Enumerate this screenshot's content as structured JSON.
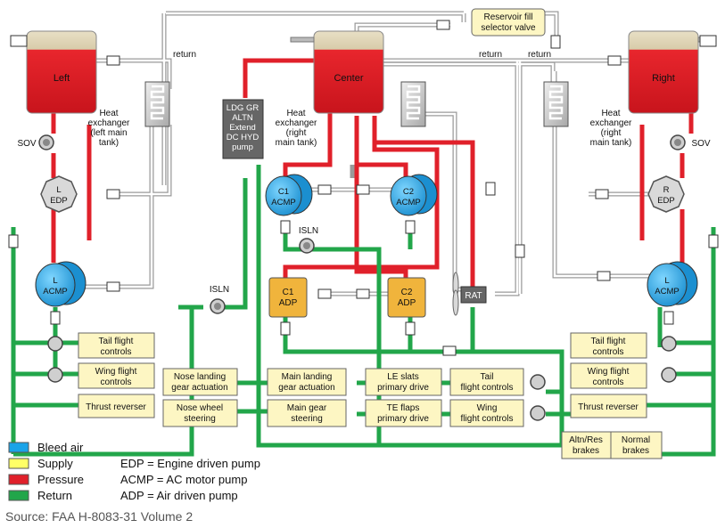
{
  "colors": {
    "bleed_air": "#1aa3e8",
    "supply": "#ffff66",
    "pressure": "#e0202a",
    "return": "#22a64a",
    "supply_box": "#fdf6c3",
    "adp_orange": "#f0b43c",
    "dark_box": "#666666",
    "white_line": "#ffffff"
  },
  "tanks": {
    "left": "Left",
    "center": "Center",
    "right": "Right"
  },
  "heat_exchangers": {
    "left": [
      "Heat",
      "exchanger",
      "(left main",
      "tank)"
    ],
    "center": [
      "Heat",
      "exchanger",
      "(right",
      "main tank)"
    ],
    "right": [
      "Heat",
      "exchanger",
      "(right",
      "main tank)"
    ]
  },
  "return_labels": [
    "return",
    "return",
    "return"
  ],
  "reservoir_fill": [
    "Reservoir fill",
    "selector valve"
  ],
  "ldg_box": [
    "LDG GR",
    "ALTN",
    "Extend",
    "DC HYD",
    "pump"
  ],
  "sov": "SOV",
  "isln": "ISLN",
  "pumps": {
    "l_edp": [
      "L",
      "EDP"
    ],
    "r_edp": [
      "R",
      "EDP"
    ],
    "l_acmp": [
      "L",
      "ACMP"
    ],
    "r_acmp": [
      "L",
      "ACMP"
    ],
    "c1_acmp": [
      "C1",
      "ACMP"
    ],
    "c2_acmp": [
      "C2",
      "ACMP"
    ],
    "c1_adp": [
      "C1",
      "ADP"
    ],
    "c2_adp": [
      "C2",
      "ADP"
    ],
    "rat": "RAT"
  },
  "boxes": {
    "left_tail": [
      "Tail flight",
      "controls"
    ],
    "left_wing": [
      "Wing flight",
      "controls"
    ],
    "left_thrust": [
      "Thrust reverser"
    ],
    "nose_landing": [
      "Nose landing",
      "gear actuation"
    ],
    "nose_wheel": [
      "Nose wheel",
      "steering"
    ],
    "main_landing": [
      "Main landing",
      "gear actuation"
    ],
    "main_gear": [
      "Main gear",
      "steering"
    ],
    "le_slats": [
      "LE slats",
      "primary drive"
    ],
    "te_flaps": [
      "TE flaps",
      "primary drive"
    ],
    "center_tail": [
      "Tail",
      "flight controls"
    ],
    "center_wing": [
      "Wing",
      "flight controls"
    ],
    "right_tail": [
      "Tail flight",
      "controls"
    ],
    "right_wing": [
      "Wing flight",
      "controls"
    ],
    "right_thrust": [
      "Thrust reverser"
    ],
    "altn_brakes": [
      "Altn/Res",
      "brakes"
    ],
    "normal_brakes": [
      "Normal",
      "brakes"
    ]
  },
  "legend": {
    "items": [
      {
        "label": "Bleed air",
        "color": "#1aa3e8"
      },
      {
        "label": "Supply",
        "color": "#ffff66"
      },
      {
        "label": "Pressure",
        "color": "#e0202a"
      },
      {
        "label": "Return",
        "color": "#22a64a"
      }
    ],
    "abbreviations": [
      "EDP = Engine driven pump",
      "ACMP = AC motor pump",
      "ADP = Air driven pump"
    ]
  },
  "source": "Source: FAA H-8083-31 Volume 2"
}
